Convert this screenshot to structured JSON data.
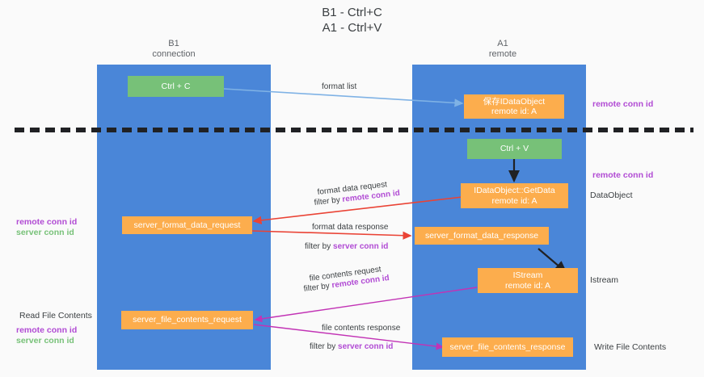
{
  "title": "B1 - Ctrl+C\nA1 - Ctrl+V",
  "columns": {
    "left": "B1\nconnection",
    "right": "A1\nremote"
  },
  "boxes": {
    "ctrl_c": "Ctrl + C",
    "save_idataobject": "保存IDataObject\nremote id: A",
    "ctrl_v": "Ctrl + V",
    "getdata": "IDataObject::GetData\nremote id: A",
    "server_format_data_request": "server_format_data_request",
    "server_format_data_response": "server_format_data_response",
    "istream": "IStream\nremote id: A",
    "server_file_contents_request": "server_file_contents_request",
    "server_file_contents_response": "server_file_contents_response"
  },
  "edges": {
    "format_list": "format list",
    "format_data_request": "format data request",
    "filter_by_remote_1": "filter by ",
    "filter_by_remote_1_key": "remote conn id",
    "format_data_response": "format data response",
    "filter_by_server_1": "filter by ",
    "filter_by_server_1_key": "server conn id",
    "file_contents_request": "file contents request",
    "filter_by_remote_2": "filter by ",
    "filter_by_remote_2_key": "remote conn id",
    "file_contents_response": "file contents response",
    "filter_by_server_2": "filter by ",
    "filter_by_server_2_key": "server conn id"
  },
  "annotations": {
    "right_remote_conn_id_top": "remote conn id",
    "right_remote_conn_id_mid": "remote conn id",
    "right_dataobject": "DataObject",
    "right_istream": "Istream",
    "right_write_file_contents": "Write File Contents",
    "left_remote_conn_id": "remote conn id",
    "left_server_conn_id": "server conn id",
    "left_read_file_contents": "Read File Contents",
    "left_remote_conn_id_2": "remote conn id",
    "left_server_conn_id_2": "server conn id"
  },
  "colors": {
    "lane": "#4a86d8",
    "green_box": "#77c178",
    "orange_box": "#fcad4d",
    "purple_key": "#b14bd4",
    "green_key": "#77c178",
    "red_arrow": "#ea4335",
    "blue_arrow": "#7fb2e5",
    "magenta_arrow": "#c233b5",
    "black_arrow": "#202124",
    "background": "#fafafa"
  }
}
